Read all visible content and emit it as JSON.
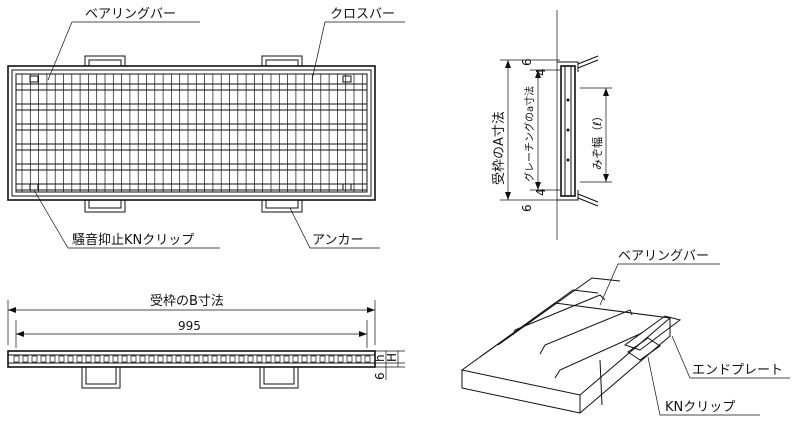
{
  "top_view": {
    "label_bearing_bar": "ベアリングバー",
    "label_cross_bar": "クロスバー",
    "label_clip": "騒音抑止KNクリップ",
    "label_anchor": "アンカー"
  },
  "front_view": {
    "label_frame_b": "受枠のB寸法",
    "dim_995": "995",
    "dim_h_small": "h",
    "dim_h_large": "H",
    "dim_6": "6"
  },
  "section_view": {
    "label_frame_a": "受枠のA寸法",
    "label_grating_a": "グレーチングのa寸法",
    "label_ditch_width": "みぞ幅（ℓ）",
    "dim_top_6": "6",
    "dim_top_4": "4",
    "dim_bottom_4": "4",
    "dim_bottom_6": "6"
  },
  "perspective_view": {
    "label_bearing_bar": "ベアリングバー",
    "label_end_plate": "エンドプレート",
    "label_kn_clip": "KNクリップ"
  }
}
